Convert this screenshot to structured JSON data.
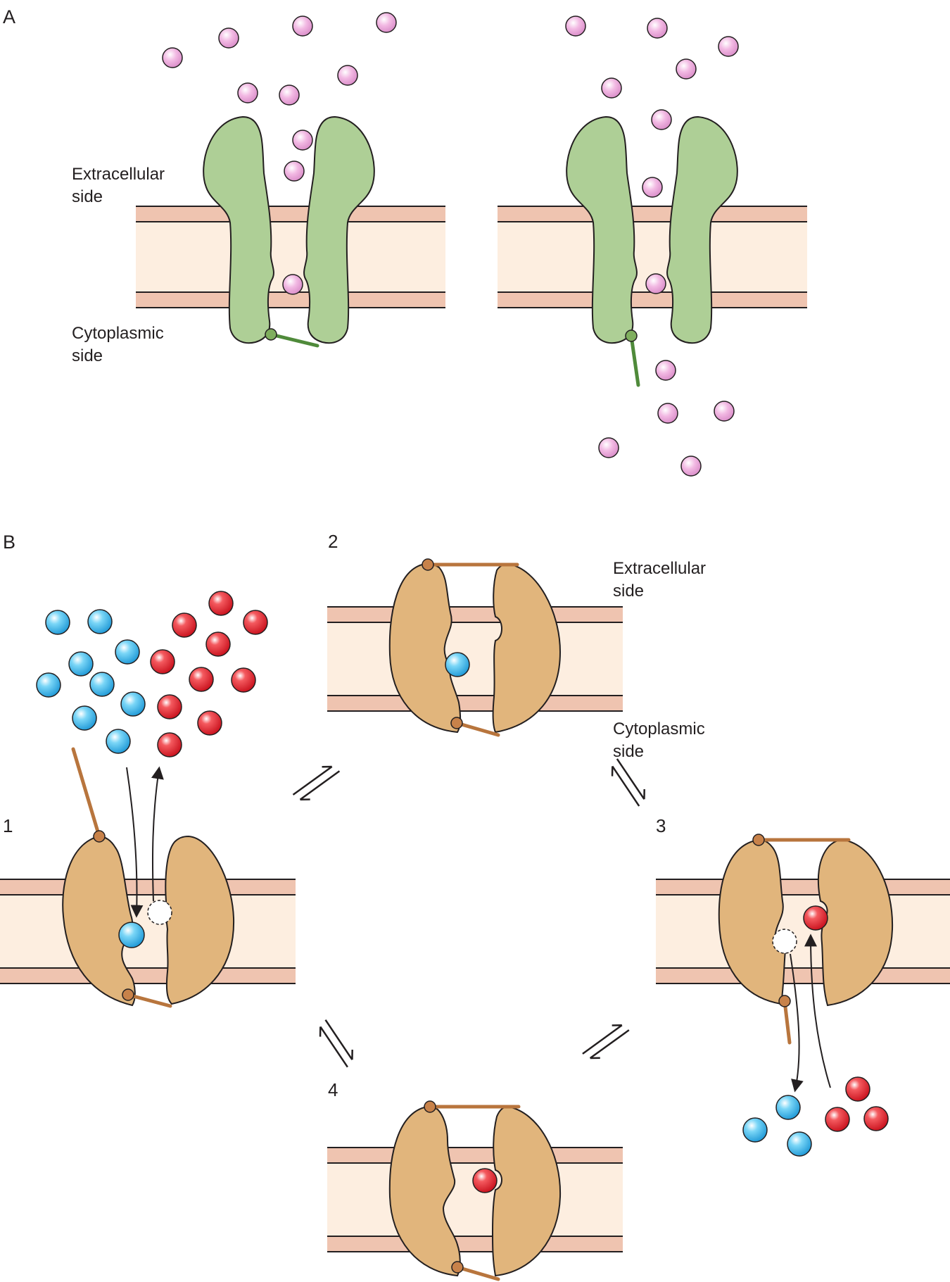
{
  "panel_a": {
    "letter": "A",
    "extracellular_label": [
      "Extracellular",
      "side"
    ],
    "cytoplasmic_label": [
      "Cytoplasmic",
      "side"
    ]
  },
  "panel_b": {
    "letter": "B",
    "extracellular_label": [
      "Extracellular",
      "side"
    ],
    "cytoplasmic_label": [
      "Cytoplasmic",
      "side"
    ],
    "steps": [
      "1",
      "2",
      "3",
      "4"
    ]
  },
  "colors": {
    "membrane_band": "#efc4b0",
    "membrane_core": "#fdeee0",
    "channel_protein": "#aecf96",
    "channel_gate": "#4f8a3a",
    "ion": "#f2b9e3",
    "transporter_protein": "#e1b57c",
    "transporter_gate": "#b8753d",
    "substrate_blue": "#3fb8e8",
    "substrate_red": "#e8202e",
    "outline": "#231f20"
  }
}
